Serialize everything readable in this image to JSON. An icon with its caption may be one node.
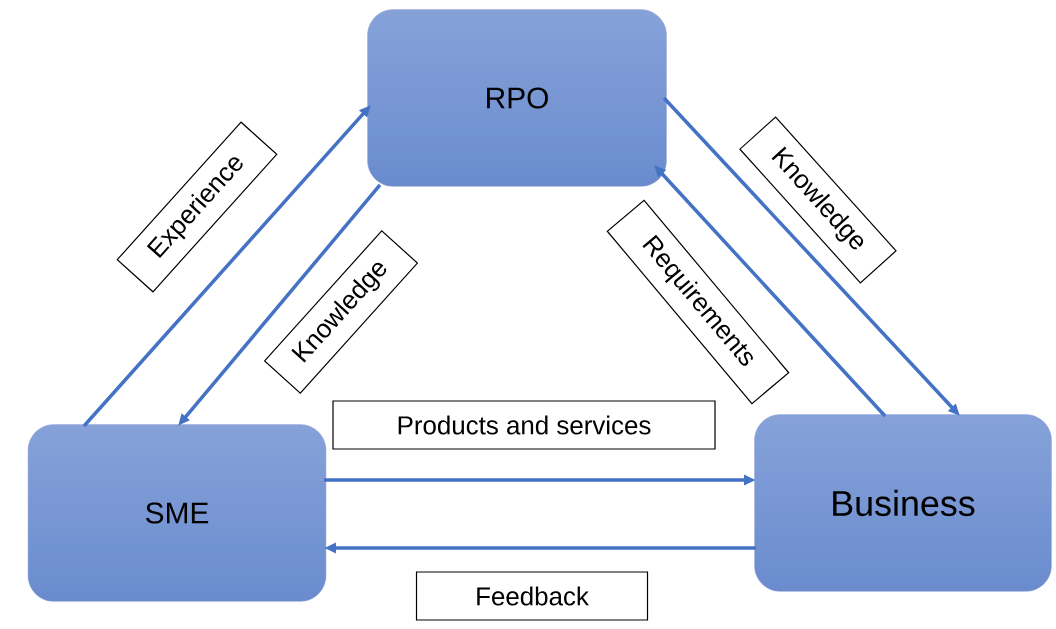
{
  "diagram": {
    "nodes": [
      {
        "text": [
          "RPO"
        ]
      },
      {
        "text": [
          "SME"
        ]
      },
      {
        "text": [
          "Business"
        ]
      }
    ],
    "edges": [
      {
        "from": 1,
        "to": 0,
        "arrow": "to",
        "label": "Experience"
      },
      {
        "from": 0,
        "to": 1,
        "arrow": "to",
        "label": "Knowledge"
      },
      {
        "from": 0,
        "to": 2,
        "arrow": "to",
        "label": "Knowledge"
      },
      {
        "from": 2,
        "to": 0,
        "arrow": "to",
        "label": "Requirements"
      },
      {
        "from": 1,
        "to": 2,
        "arrow": "to",
        "label": "Products and services"
      },
      {
        "from": 2,
        "to": 1,
        "arrow": "to",
        "label": "Feedback"
      }
    ]
  }
}
